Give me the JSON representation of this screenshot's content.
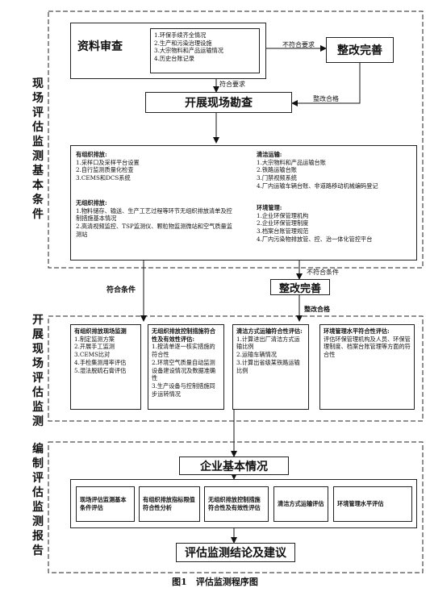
{
  "stage1": {
    "side_label": "现场评估监测基本条件",
    "data_review": {
      "title": "资料审查",
      "items": [
        "1.环保手续齐全情况",
        "2.生产和污染治理设施",
        "3.大宗物料和产品运输情况",
        "4.历史台账记录"
      ]
    },
    "fail_label": "不符合要求",
    "rectify": "整改完善",
    "pass_label": "符合要求",
    "rectify_pass": "整改合格",
    "survey": "开展现场勘查",
    "organized": {
      "title": "有组织排放:",
      "items": [
        "1.采样口及采样平台设置",
        "2.自行监测质量化检查",
        "3.CEMS和DCS系统"
      ]
    },
    "unorganized": {
      "title": "无组织排放:",
      "items": [
        "1.物料储存、输送、生产工艺过程等环节无组织排放清单及控制措施基本情况",
        "2.高清视频监控、TSP监测仪、颗粒物监测微站和空气质量监测站"
      ]
    },
    "clean_transport": {
      "title": "清洁运输:",
      "items": [
        "1.大宗物料和产品运输台账",
        "2.铁路运输台账",
        "3.门禁视频系统",
        "4.厂内运输车辆台账、非道路移动机械编码登记"
      ]
    },
    "env_management": {
      "title": "环境管理:",
      "items": [
        "1.企业环保管理机构",
        "2.企业环保管理制度",
        "3.档案台账管理规范",
        "4.厂内污染物排放管、控、治一体化管控平台"
      ]
    }
  },
  "transition": {
    "pass_label": "符合条件",
    "fail_label": "不符合条件",
    "rectify": "整改完善",
    "rectify_pass": "整改合格"
  },
  "stage2": {
    "side_label": "开展现场评估监测",
    "boxes": [
      {
        "title": "有组织排放现场监测",
        "items": [
          "1.制定监测方案",
          "2.开展手工监测",
          "3.CEMS比对",
          "4.手检集测用率评估",
          "5.湿法脱硫石膏评估"
        ]
      },
      {
        "title": "无组织排放控制措施符合性及有效性评估:",
        "items": [
          "1.按清单逐一核实措施的符合性",
          "2.环境空气质量自动监测设备建设情况及数据准确性",
          "3.生产设备与控制措施同步运转情况"
        ]
      },
      {
        "title": "清洁方式运输符合性评估:",
        "items": [
          "1.计算进出厂清洁方式运输比例",
          "2.运输车辆情况",
          "3.计算出省级某铁路运输比例"
        ]
      },
      {
        "title": "环境管理水平符合性评估:",
        "items": [
          "评估环保管理机构及人员、环保管理制度、档案台账管理等方面的符合性"
        ]
      }
    ]
  },
  "stage3": {
    "side_label": "编制评估监测报告",
    "basic": "企业基本情况",
    "boxes": [
      "现场评估监测基本条件评估",
      "有组织排放指标限值符合性分析",
      "无组织排放控制措施符合性及有效性评估",
      "清洁方式运输评估",
      "环境管理水平评估"
    ],
    "conclusion": "评估监测结论及建议"
  },
  "caption": "图1　评估监测程序图"
}
